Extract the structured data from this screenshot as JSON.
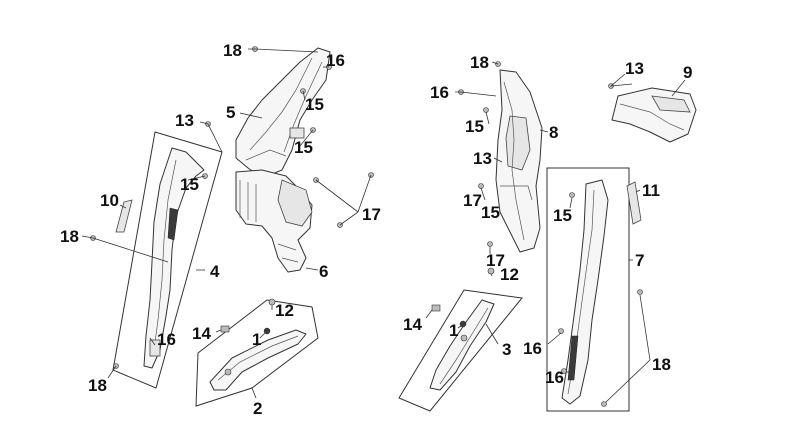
{
  "callouts": {
    "c18_top": "18",
    "c16_top": "16",
    "c15_a": "15",
    "c5": "5",
    "c15_b": "15",
    "c13_left": "13",
    "c15_left": "15",
    "c10": "10",
    "c18_left": "18",
    "c4": "4",
    "c17_mid": "17",
    "c6": "6",
    "c12_left": "12",
    "c14_left": "14",
    "c1_left": "1",
    "c16_left": "16",
    "c18_bottom_left": "18",
    "c2": "2",
    "c18_right_top": "18",
    "c16_right": "16",
    "c15_right_a": "15",
    "c8": "8",
    "c13_right": "13",
    "c17_right": "17",
    "c15_right_b": "15",
    "c17_right_low": "17",
    "c12_right": "12",
    "c14_right": "14",
    "c1_right": "1",
    "c3": "3",
    "c13_top_right": "13",
    "c9": "9",
    "c11": "11",
    "c15_right_c": "15",
    "c7": "7",
    "c16_right_b": "16",
    "c16_right_c": "16",
    "c18_right_bottom": "18"
  }
}
